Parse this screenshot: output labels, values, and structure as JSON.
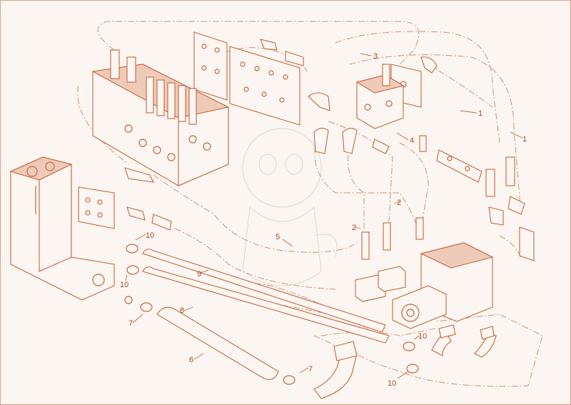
{
  "callouts": [
    {
      "id": "c1a",
      "text": "1"
    },
    {
      "id": "c1b",
      "text": "1"
    },
    {
      "id": "c2a",
      "text": "2"
    },
    {
      "id": "c2b",
      "text": "2"
    },
    {
      "id": "c3",
      "text": "3"
    },
    {
      "id": "c4",
      "text": "4"
    },
    {
      "id": "c5",
      "text": "5"
    },
    {
      "id": "c6",
      "text": "6"
    },
    {
      "id": "c7a",
      "text": "7"
    },
    {
      "id": "c7b",
      "text": "7"
    },
    {
      "id": "c8",
      "text": "8"
    },
    {
      "id": "c9",
      "text": "9"
    },
    {
      "id": "c10a",
      "text": "10"
    },
    {
      "id": "c10b",
      "text": "10"
    },
    {
      "id": "c10c",
      "text": "10"
    },
    {
      "id": "c10d",
      "text": "10"
    }
  ],
  "colors": {
    "line": "#c8653f",
    "fill": "#fbf6f1",
    "shade": "#eecbb9",
    "border": "#d9a08a"
  }
}
